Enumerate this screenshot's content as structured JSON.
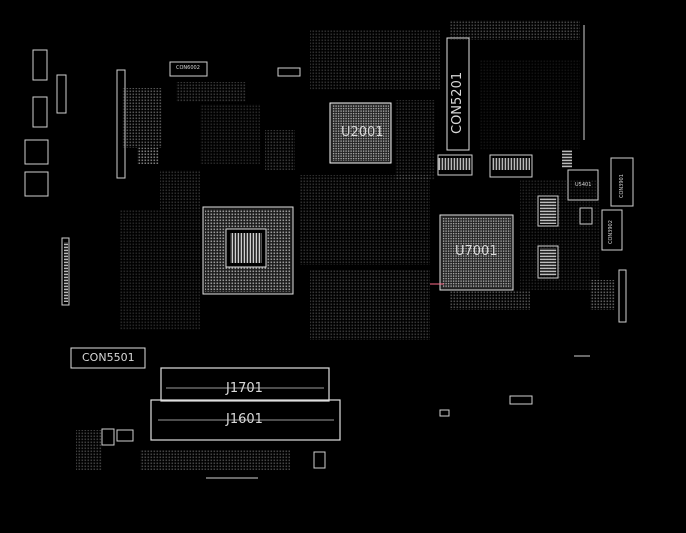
{
  "labels": {
    "u2001": "U2001",
    "u7001": "U7001",
    "con5201": "CON5201",
    "con5501": "CON5501",
    "j1701": "J1701",
    "j1601": "J1601",
    "con6002": "CON6002",
    "u5401": "U5401",
    "con3901": "CON3901",
    "con3902": "CON3902"
  }
}
